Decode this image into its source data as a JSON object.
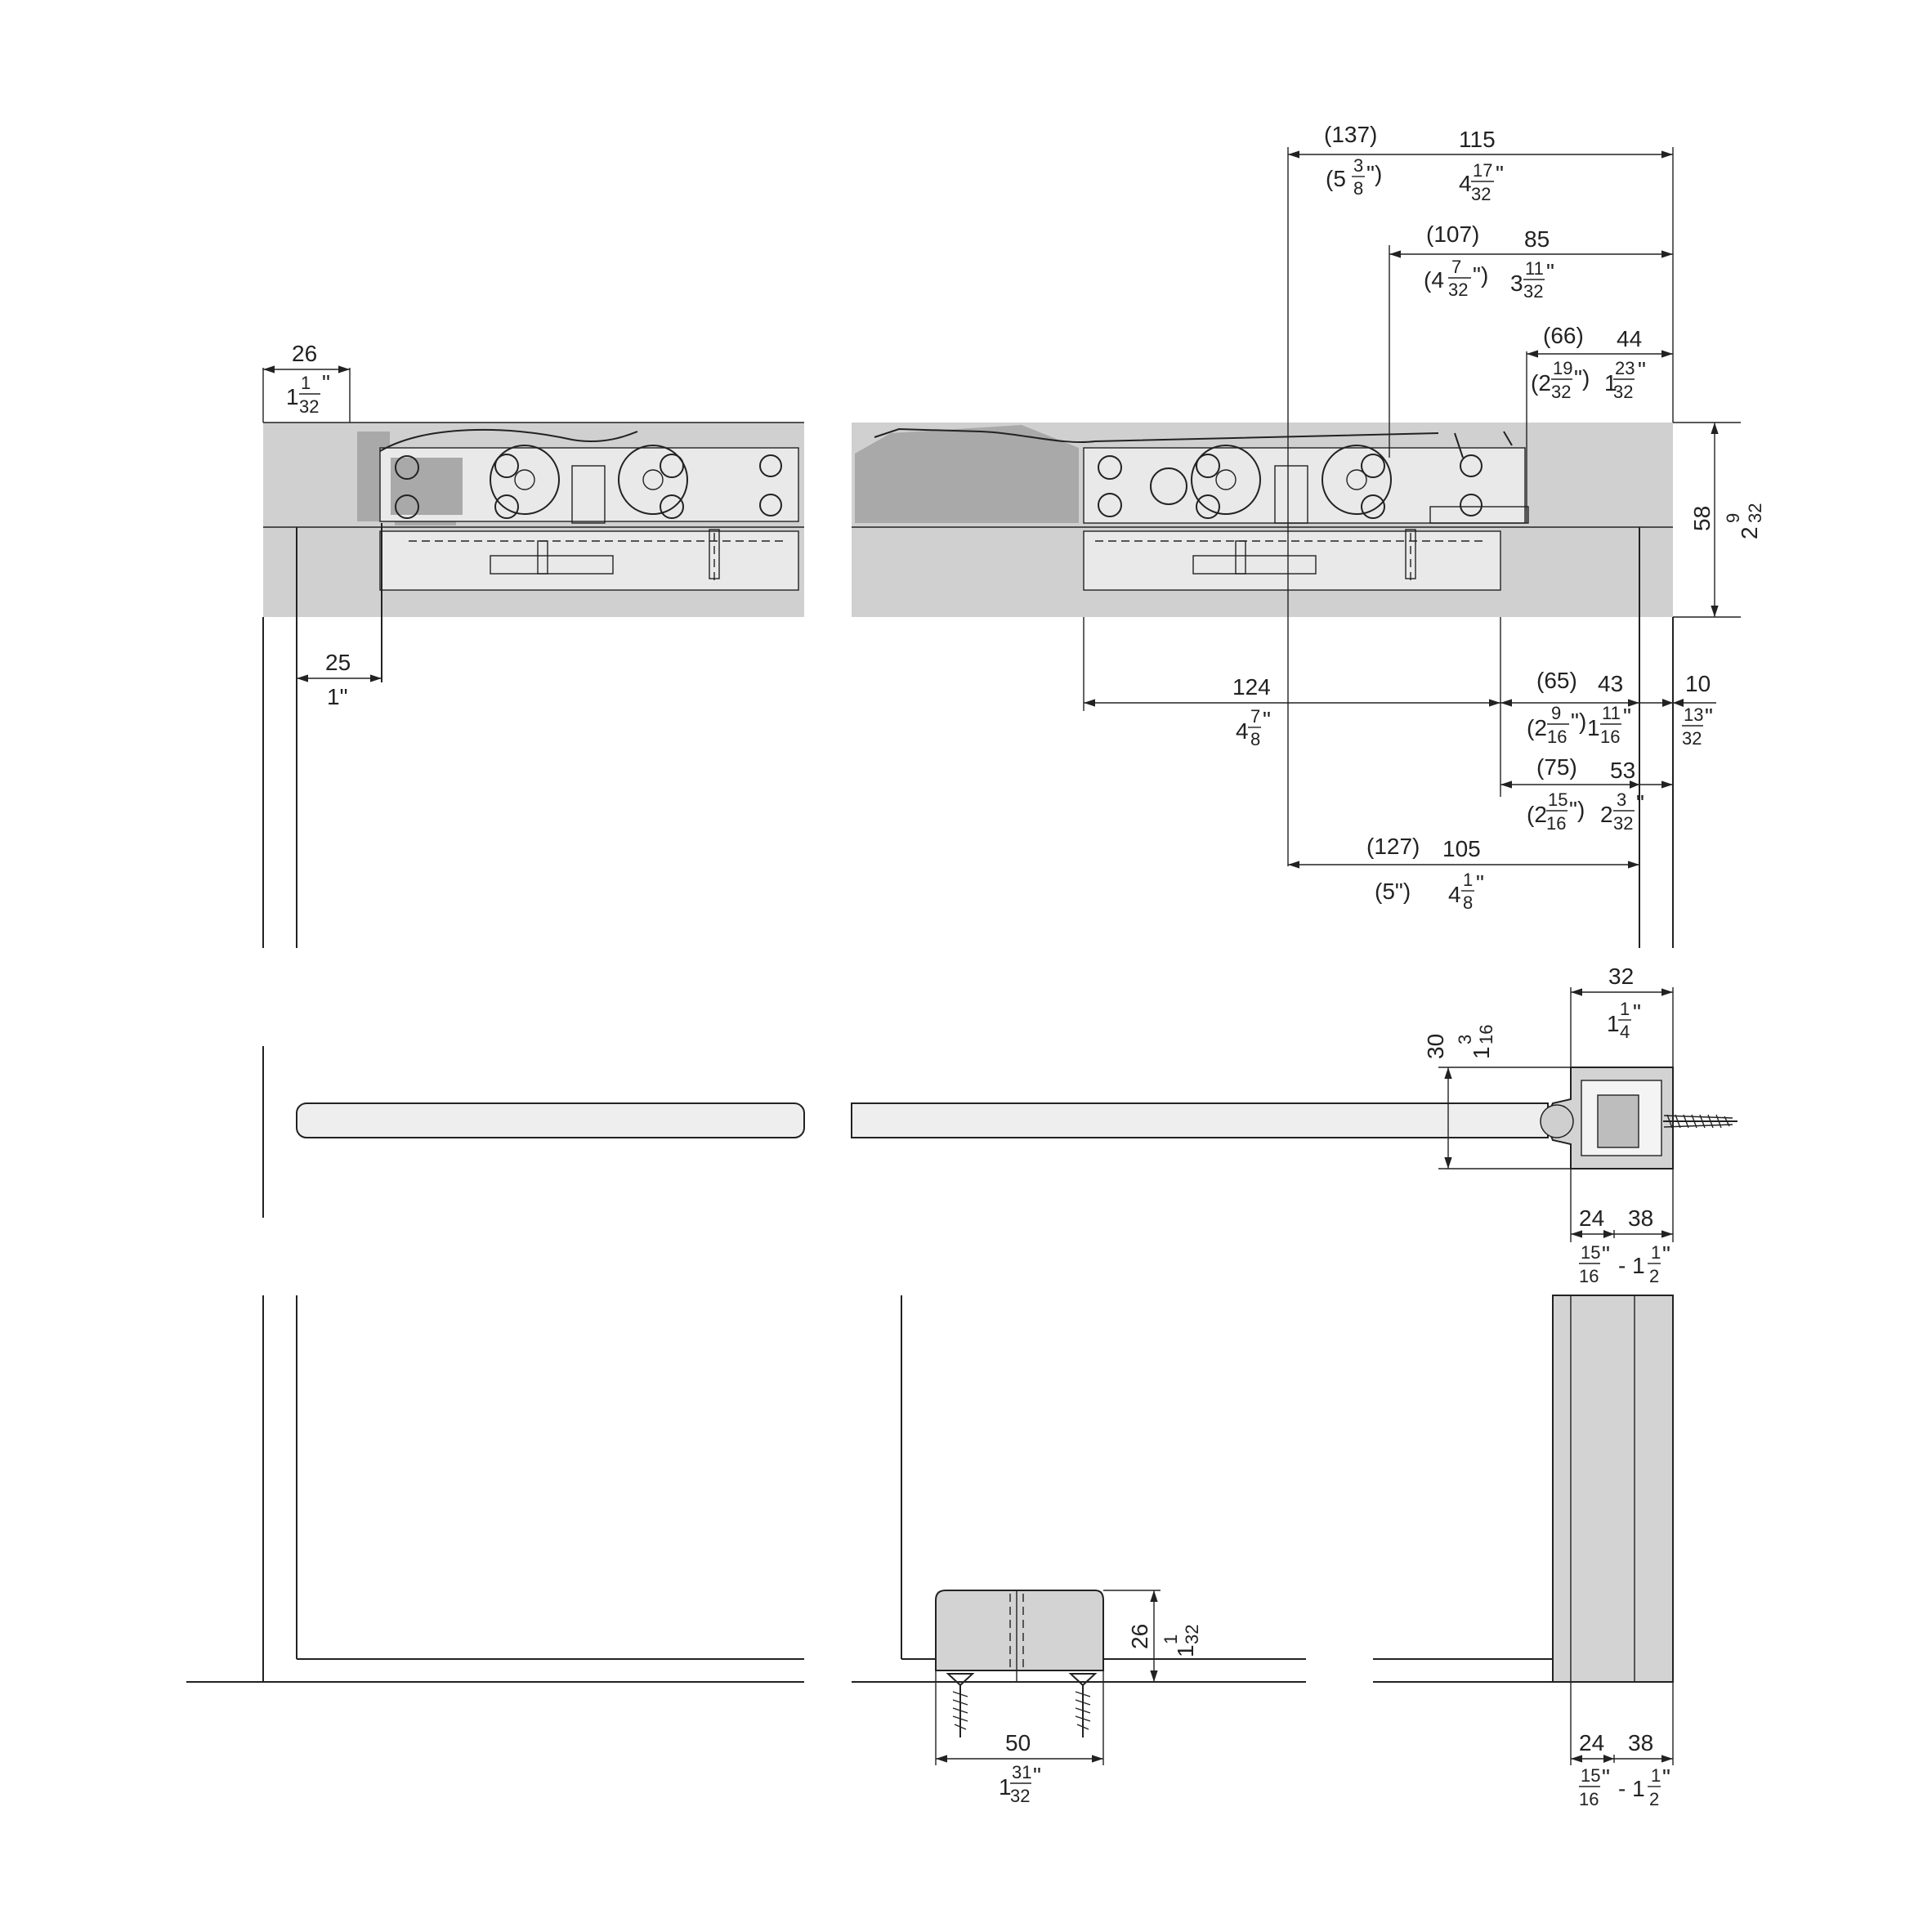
{
  "dimensions": {
    "d26": "26",
    "d26_in": "1",
    "d26_num": "1",
    "d26_den": "32",
    "d25": "25",
    "d25_in": "1\"",
    "d137": "(137)",
    "d137_in_a": "(5",
    "d137_num": "3",
    "d137_den": "8",
    "d137_in_b": "\")",
    "d115": "115",
    "d115_in": "4",
    "d115_num": "17",
    "d115_den": "32",
    "d107": "(107)",
    "d107_in_a": "(4",
    "d107_num": "7",
    "d107_den": "32",
    "d107_in_b": "\")",
    "d85": "85",
    "d85_in": "3",
    "d85_num": "11",
    "d85_den": "32",
    "d66": "(66)",
    "d66_in_a": "(2",
    "d66_num": "19",
    "d66_den": "32",
    "d66_in_b": "\")",
    "d44": "44",
    "d44_in": "1",
    "d44_num": "23",
    "d44_den": "32",
    "d58": "58",
    "d58_in": "2",
    "d58_num": "9",
    "d58_den": "32",
    "d124": "124",
    "d124_in": "4",
    "d124_num": "7",
    "d124_den": "8",
    "d65": "(65)",
    "d65_in_a": "(2",
    "d65_num": "9",
    "d65_den": "16",
    "d65_in_b": "\")",
    "d43": "43",
    "d43_in": "1",
    "d43_num": "11",
    "d43_den": "16",
    "d10": "10",
    "d10_num": "13",
    "d10_den": "32",
    "d75": "(75)",
    "d75_in_a": "(2",
    "d75_num": "15",
    "d75_den": "16",
    "d75_in_b": "\")",
    "d53": "53",
    "d53_in": "2",
    "d53_num": "3",
    "d53_den": "32",
    "d127": "(127)",
    "d127_in": "(5\")",
    "d105": "105",
    "d105_in": "4",
    "d105_num": "1",
    "d105_den": "8",
    "d32": "32",
    "d32_in": "1",
    "d32_num": "1",
    "d32_den": "4",
    "d30": "30",
    "d30_in": "1",
    "d30_num": "3",
    "d30_den": "16",
    "d24": "24",
    "d38": "38",
    "d24_num": "15",
    "d24_den": "16",
    "d38_sep": "- 1",
    "d38_num": "1",
    "d38_den": "2",
    "d24b": "24",
    "d38b": "38",
    "d24b_num": "15",
    "d24b_den": "16",
    "d38b_sep": "- 1",
    "d38b_num": "1",
    "d38b_den": "2",
    "d26b": "26",
    "d26b_in": "1",
    "d26b_num": "1",
    "d26b_den": "32",
    "d50": "50",
    "d50_in": "1",
    "d50_num": "31",
    "d50_den": "32"
  }
}
